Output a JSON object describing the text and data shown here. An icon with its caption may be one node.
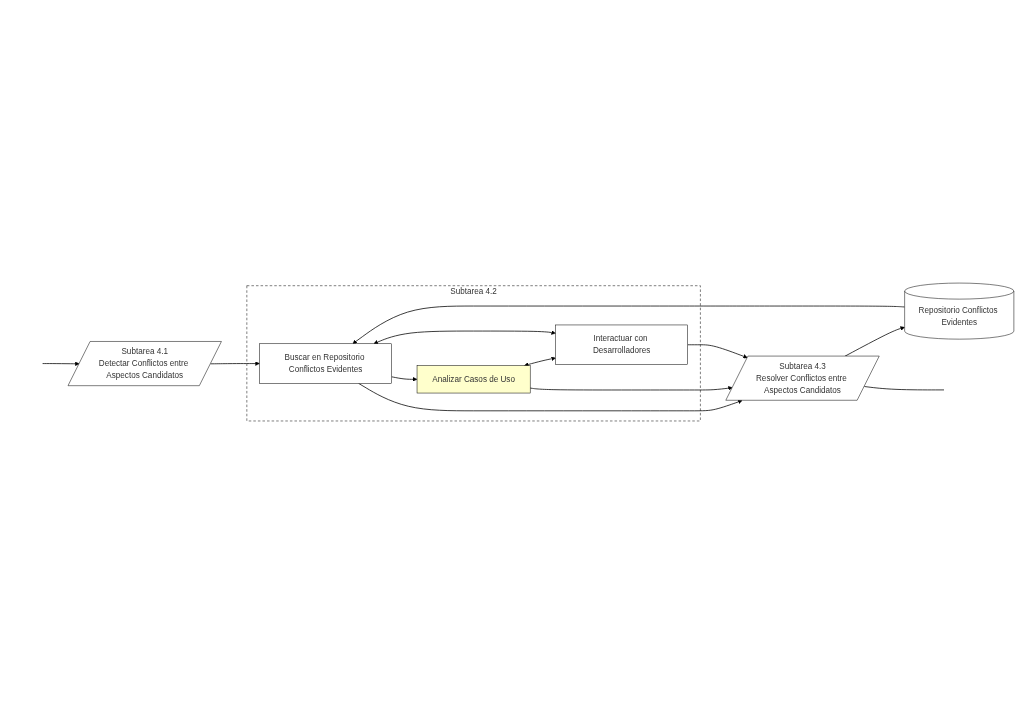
{
  "diagram": {
    "nodes": [
      {
        "text": [
          "Subtarea 4.1",
          "Detectar Conflictos entre Aspectos Candidatos"
        ]
      },
      {
        "text": [
          "Subtarea 4.2"
        ]
      },
      {
        "text": [
          "Buscar en Repositorio Conflictos Evidentes"
        ],
        "in": 1
      },
      {
        "text": [
          "Analizar Casos de Uso"
        ],
        "in": 1
      },
      {
        "text": [
          "Interactuar con Desarrolladores"
        ],
        "in": 1
      },
      {
        "text": [
          "Subtarea 4.3",
          "Resolver Conflictos entre Aspectos Candidatos"
        ]
      },
      {
        "text": [
          "Repositorio Conflictos Evidentes"
        ]
      }
    ],
    "edges": [
      {
        "from": 0,
        "to": 2,
        "arrow": "to"
      },
      {
        "from": 2,
        "to": 5,
        "arrow": "to"
      },
      {
        "from": 2,
        "to": 3,
        "arrow": "to"
      },
      {
        "from": 3,
        "to": 5,
        "arrow": "to"
      },
      {
        "from": 3,
        "to": 4,
        "arrow": "both"
      },
      {
        "from": 2,
        "to": 4,
        "arrow": "both"
      },
      {
        "from": 4,
        "to": 5,
        "arrow": "to"
      },
      {
        "from": 6,
        "to": 2,
        "arrow": "to"
      },
      {
        "from": 5,
        "to": 6,
        "arrow": "to"
      },
      {
        "from": null,
        "to": 0,
        "arrow": "to"
      },
      {
        "from": 5,
        "to": null,
        "arrow": "none"
      }
    ]
  }
}
